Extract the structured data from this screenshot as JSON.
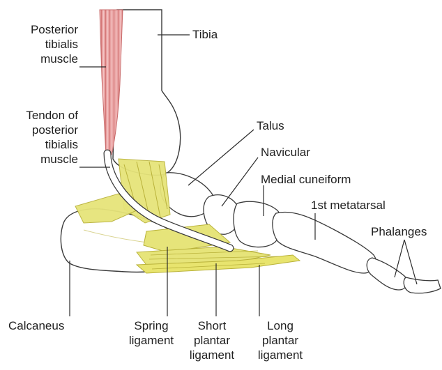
{
  "colors": {
    "bone_outline": "#3a3a3a",
    "ligament": "#e6e47a",
    "ligament_stroke": "#b9b23a",
    "muscle": "#e79a9a",
    "muscle_stroke": "#c86b6b",
    "tendon": "#ffffff",
    "leader": "#2b2b2b",
    "text": "#1f1f1f"
  },
  "labels": {
    "posterior_tibialis_muscle": [
      "Posterior",
      "tibialis",
      "muscle"
    ],
    "tibia": "Tibia",
    "tendon_of_posterior_tibialis": [
      "Tendon of",
      "posterior",
      "tibialis",
      "muscle"
    ],
    "talus": "Talus",
    "navicular": "Navicular",
    "medial_cuneiform": "Medial cuneiform",
    "first_metatarsal": "1st metatarsal",
    "phalanges": "Phalanges",
    "calcaneus": "Calcaneus",
    "spring_ligament": [
      "Spring",
      "ligament"
    ],
    "short_plantar_ligament": [
      "Short",
      "plantar",
      "ligament"
    ],
    "long_plantar_ligament": [
      "Long",
      "plantar",
      "ligament"
    ]
  }
}
